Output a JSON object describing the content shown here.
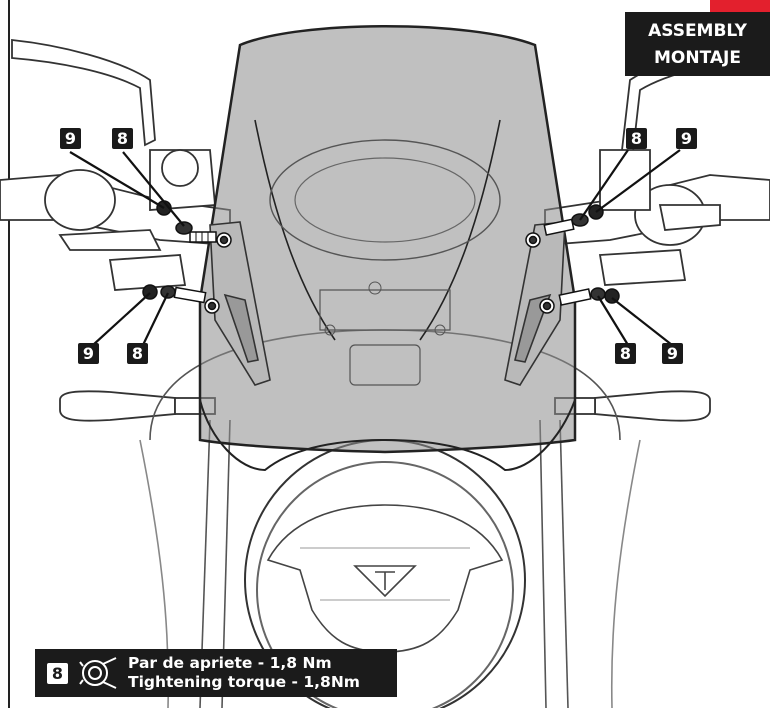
{
  "header": {
    "line1": "ASSEMBLY",
    "line2": "MONTAJE",
    "accent_color": "#e3202d"
  },
  "callouts": {
    "left_upper_9": "9",
    "left_upper_8": "8",
    "left_lower_9": "9",
    "left_lower_8": "8",
    "right_upper_8": "8",
    "right_upper_9": "9",
    "right_lower_8": "8",
    "right_lower_9": "9"
  },
  "torque_note": {
    "part_number": "8",
    "icon": "torque-wrench-icon",
    "line1": "Par de apriete - 1,8 Nm",
    "line2": "Tightening torque - 1,8Nm"
  },
  "logo": "triumph-logo"
}
